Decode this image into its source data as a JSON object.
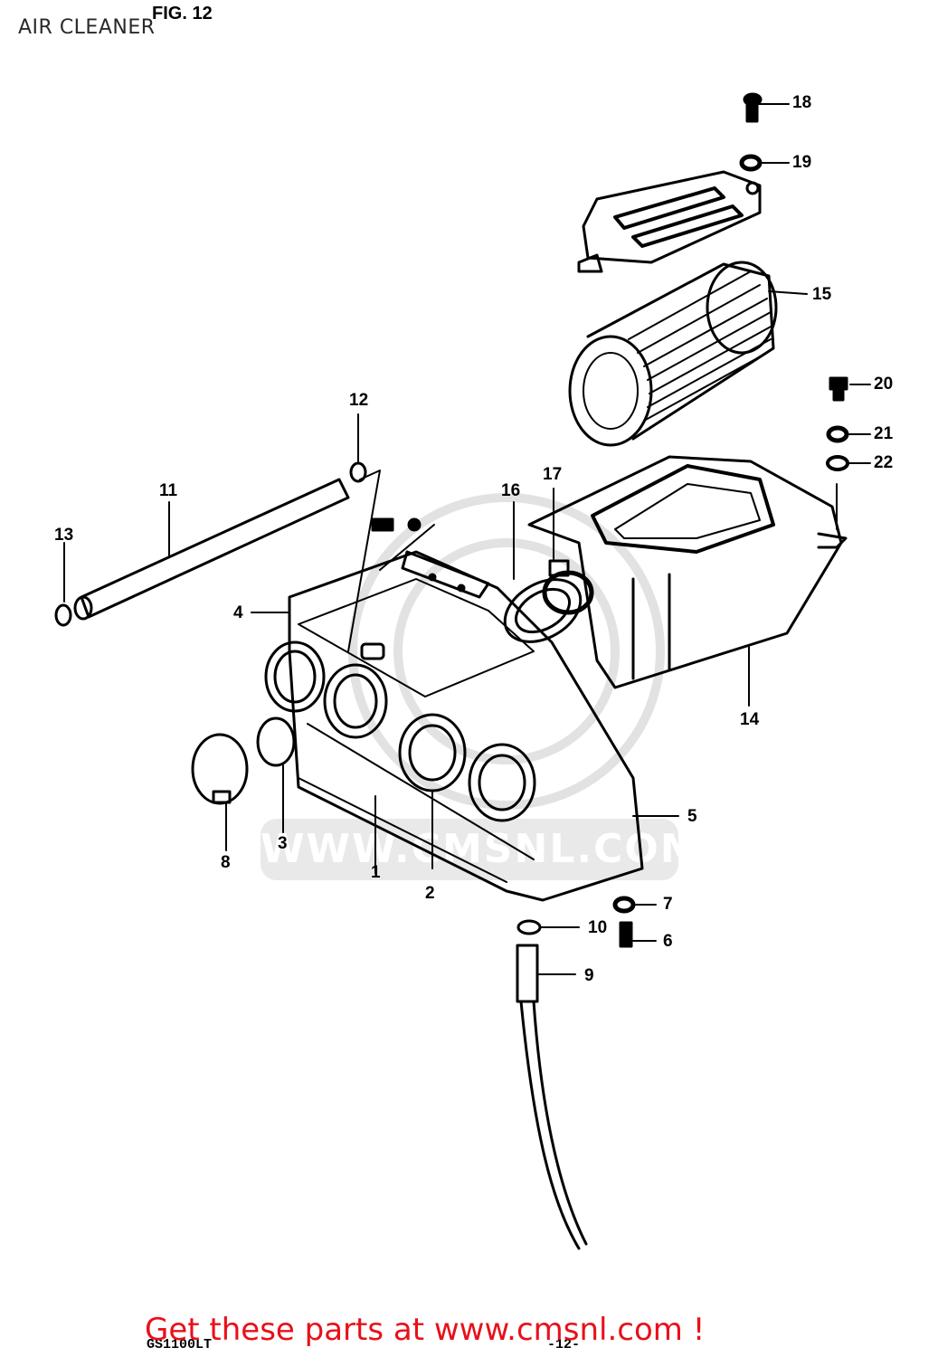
{
  "page": {
    "title": "AIR CLEANER",
    "fig_label": "FIG. 12",
    "model_code": "GS1100LT",
    "page_number": "-12-",
    "watermark": "WWW.CMSNL.COM",
    "promo": "Get these parts at www.cmsnl.com !"
  },
  "parts": [
    {
      "id": "p1",
      "label": "1"
    },
    {
      "id": "p2",
      "label": "2"
    },
    {
      "id": "p3",
      "label": "3"
    },
    {
      "id": "p4",
      "label": "4"
    },
    {
      "id": "p5",
      "label": "5"
    },
    {
      "id": "p6",
      "label": "6"
    },
    {
      "id": "p7",
      "label": "7"
    },
    {
      "id": "p8",
      "label": "8"
    },
    {
      "id": "p9",
      "label": "9"
    },
    {
      "id": "p10",
      "label": "10"
    },
    {
      "id": "p11",
      "label": "11"
    },
    {
      "id": "p12",
      "label": "12"
    },
    {
      "id": "p13",
      "label": "13"
    },
    {
      "id": "p14",
      "label": "14"
    },
    {
      "id": "p15",
      "label": "15"
    },
    {
      "id": "p16",
      "label": "16"
    },
    {
      "id": "p17",
      "label": "17"
    },
    {
      "id": "p18",
      "label": "18"
    },
    {
      "id": "p19",
      "label": "19"
    },
    {
      "id": "p20",
      "label": "20"
    },
    {
      "id": "p21",
      "label": "21"
    },
    {
      "id": "p22",
      "label": "22"
    }
  ],
  "colors": {
    "ink": "#000000",
    "promo": "#e8101a",
    "watermark": "#e6e6e6"
  }
}
